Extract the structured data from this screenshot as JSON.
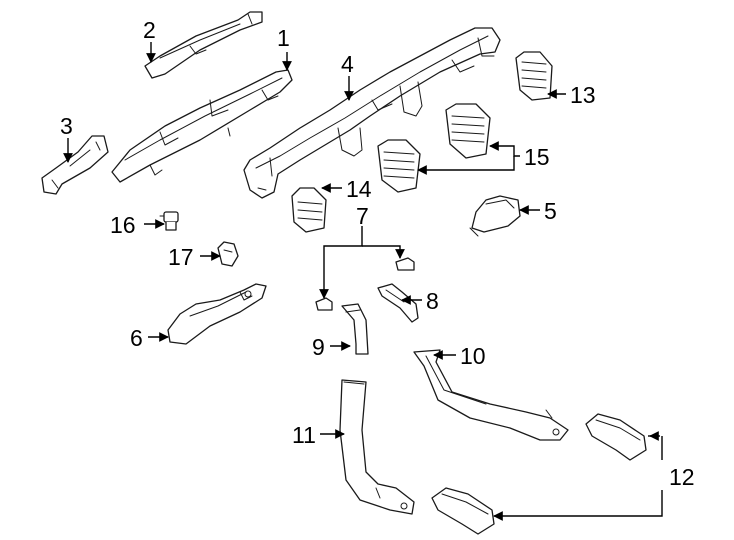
{
  "diagram": {
    "callouts": [
      {
        "id": "1",
        "label": "1"
      },
      {
        "id": "2",
        "label": "2"
      },
      {
        "id": "3",
        "label": "3"
      },
      {
        "id": "4",
        "label": "4"
      },
      {
        "id": "5",
        "label": "5"
      },
      {
        "id": "6",
        "label": "6"
      },
      {
        "id": "7",
        "label": "7"
      },
      {
        "id": "8",
        "label": "8"
      },
      {
        "id": "9",
        "label": "9"
      },
      {
        "id": "10",
        "label": "10"
      },
      {
        "id": "11",
        "label": "11"
      },
      {
        "id": "12",
        "label": "12"
      },
      {
        "id": "13",
        "label": "13"
      },
      {
        "id": "14",
        "label": "14"
      },
      {
        "id": "15",
        "label": "15"
      },
      {
        "id": "16",
        "label": "16"
      },
      {
        "id": "17",
        "label": "17"
      }
    ],
    "colors": {
      "line": "#1a1a1a",
      "background": "#ffffff"
    }
  }
}
